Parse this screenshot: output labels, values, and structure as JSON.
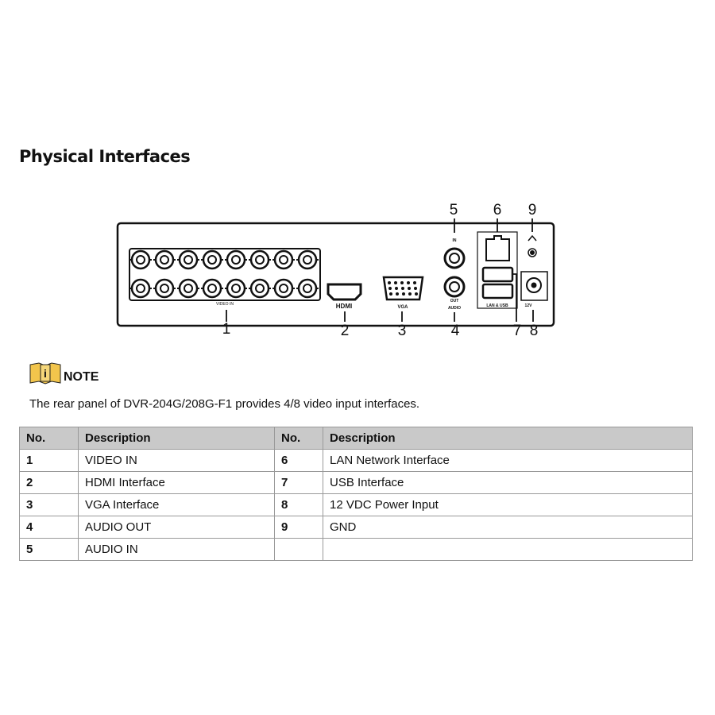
{
  "title": "Physical Interfaces",
  "diagram": {
    "labels": {
      "video_in": "VIDEO IN",
      "hdmi": "HDMI",
      "vga": "VGA",
      "audio_in": "IN",
      "audio_out": "OUT",
      "audio": "AUDIO",
      "lan_usb": "LAN & USB",
      "power": "12V"
    },
    "callouts": [
      "1",
      "2",
      "3",
      "4",
      "5",
      "6",
      "7",
      "8",
      "9"
    ]
  },
  "note": {
    "label": "NOTE",
    "text": "The rear panel of DVR-204G/208G-F1 provides 4/8 video input interfaces."
  },
  "table": {
    "headers": [
      "No.",
      "Description",
      "No.",
      "Description"
    ],
    "rows": [
      [
        "1",
        "VIDEO IN",
        "6",
        "LAN Network Interface"
      ],
      [
        "2",
        "HDMI Interface",
        "7",
        "USB Interface"
      ],
      [
        "3",
        "VGA Interface",
        "8",
        "12 VDC Power Input"
      ],
      [
        "4",
        "AUDIO OUT",
        "9",
        "GND"
      ],
      [
        "5",
        "AUDIO IN",
        "",
        ""
      ]
    ]
  }
}
